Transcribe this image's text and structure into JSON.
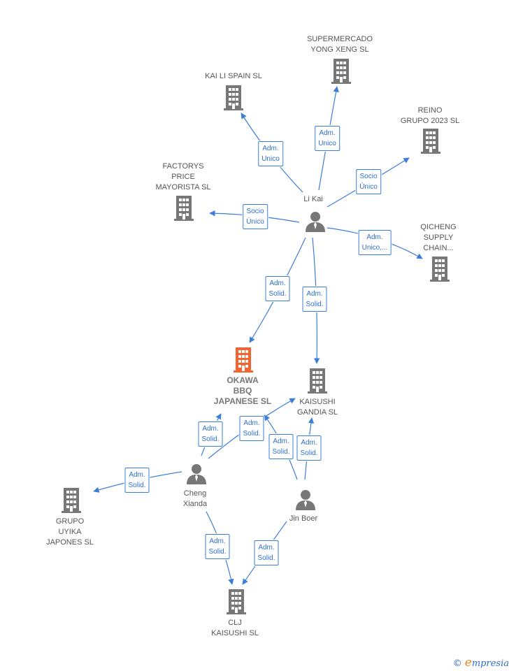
{
  "colors": {
    "edge": "#3b7ed8",
    "building": "#777777",
    "focus_building": "#f26430",
    "person": "#777777"
  },
  "companies": {
    "supermercado": "SUPERMERCADO\nYONG XENG SL",
    "kaili": "KAI LI SPAIN SL",
    "reino": "REINO\nGRUPO 2023 SL",
    "factorys": "FACTORYS\nPRICE\nMAYORISTA SL",
    "qicheng": "QICHENG\nSUPPLY\nCHAIN...",
    "okawa": "OKAWA\nBBQ\nJAPANESE SL",
    "kaisushi_gandia": "KAISUSHI\nGANDIA SL",
    "grupo_uyika": "GRUPO\nUYIKA\nJAPONES SL",
    "clj": "CLJ\nKAISUSHI SL"
  },
  "people": {
    "li_kai": "Li Kai",
    "cheng_xianda": "Cheng\nXianda",
    "jin_boer": "Jin Boer"
  },
  "edges": {
    "li_kai_supermercado": "Adm.\nUnico",
    "li_kai_kaili": "Adm.\nUnico",
    "li_kai_reino": "Socio\nÚnico",
    "li_kai_factorys": "Socio\nÚnico",
    "li_kai_qicheng": "Adm.\nUnico,...",
    "li_kai_okawa": "Adm.\nSolid.",
    "li_kai_kaisushi": "Adm.\nSolid.",
    "cheng_okawa": "Adm.\nSolid.",
    "cheng_kaisushi": "Adm.\nSolid.",
    "jin_okawa": "Adm.\nSolid.",
    "jin_kaisushi": "Adm.\nSolid.",
    "cheng_uyika": "Adm.\nSolid.",
    "cheng_clj": "Adm.\nSolid.",
    "jin_clj": "Adm.\nSolid."
  },
  "brand": {
    "copyright": "©",
    "name_initial": "e",
    "name_rest": "mpresia"
  }
}
